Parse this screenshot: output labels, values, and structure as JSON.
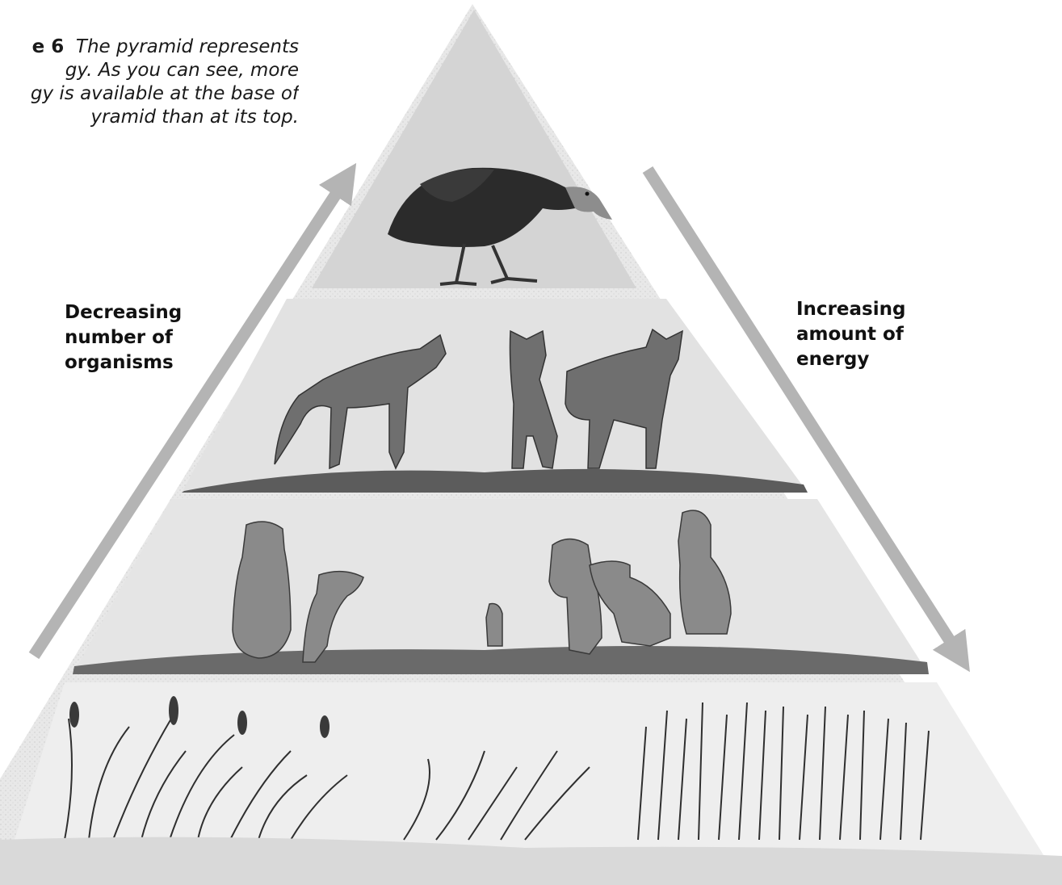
{
  "caption": {
    "figure_fragment": "e 6",
    "text": "The pyramid represents\ngy. As you can see, more\ngy is available at the base of\nyramid than at its top."
  },
  "labels": {
    "left": "Decreasing\nnumber of\norganisms",
    "right": "Increasing\namount of\nenergy"
  },
  "colors": {
    "pyramid_fill": "#e6e6e6",
    "top_tier": "#d3d3d3",
    "arrow": "#b4b4b4",
    "ink": "#222222"
  }
}
